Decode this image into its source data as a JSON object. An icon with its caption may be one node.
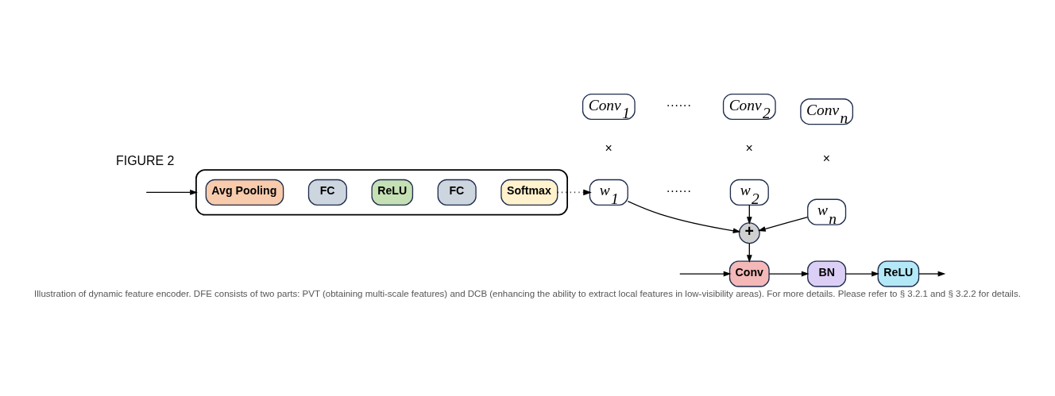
{
  "diagram": {
    "caption": "Illustration of dynamic feature encoder. DFE consists of two parts: PVT (obtaining multi-scale features) and DCB (enhancing the ability to extract local features in low-visibility areas). For more details. Please refer to § 3.2.1 and § 3.2.2 for details.",
    "nodes": [
      {
        "text": [],
        "shape": "box"
      },
      {
        "text": [
          "Avg Pooling"
        ],
        "in": 0
      },
      {
        "text": [
          "FC"
        ],
        "in": 0
      },
      {
        "text": [
          "ReLU"
        ],
        "in": 0
      },
      {
        "text": [
          "FC"
        ],
        "in": 0
      },
      {
        "text": [
          "Softmax"
        ],
        "in": 0
      },
      {
        "text": [
          "Conv$_{1}$"
        ]
      },
      {
        "text": [
          "Conv$_{2}$"
        ]
      },
      {
        "text": [
          "Conv$_{n}$"
        ]
      },
      {
        "text": [
          "w$_{1}$"
        ]
      },
      {
        "text": [
          "w$_{2}$"
        ]
      },
      {
        "text": [
          "w$_{n}$"
        ]
      },
      {
        "text": [
          "+"
        ]
      },
      {
        "text": [
          "Conv"
        ]
      },
      {
        "text": [
          "BN"
        ]
      },
      {
        "text": [
          "ReLU"
        ]
      }
    ],
    "edges": [
      {
        "from": null,
        "to": 13,
        "arrow": "to"
      },
      {
        "from": null,
        "to": 0,
        "arrow": "to"
      },
      {
        "from": 5,
        "to": 9,
        "arrow": "to",
        "style": "dashed"
      },
      {
        "from": 9,
        "to": 12,
        "arrow": "to"
      },
      {
        "from": 10,
        "to": 12,
        "arrow": "to"
      },
      {
        "from": 11,
        "to": 12,
        "arrow": "to"
      },
      {
        "from": 12,
        "to": 13,
        "arrow": "to"
      },
      {
        "from": 13,
        "to": 14,
        "arrow": "to"
      },
      {
        "from": 14,
        "to": 15,
        "arrow": "to"
      },
      {
        "from": 15,
        "to": null,
        "arrow": "to"
      }
    ],
    "labels": [
      "······",
      "×",
      "×",
      "×",
      "······",
      "FIGURE 2"
    ]
  }
}
